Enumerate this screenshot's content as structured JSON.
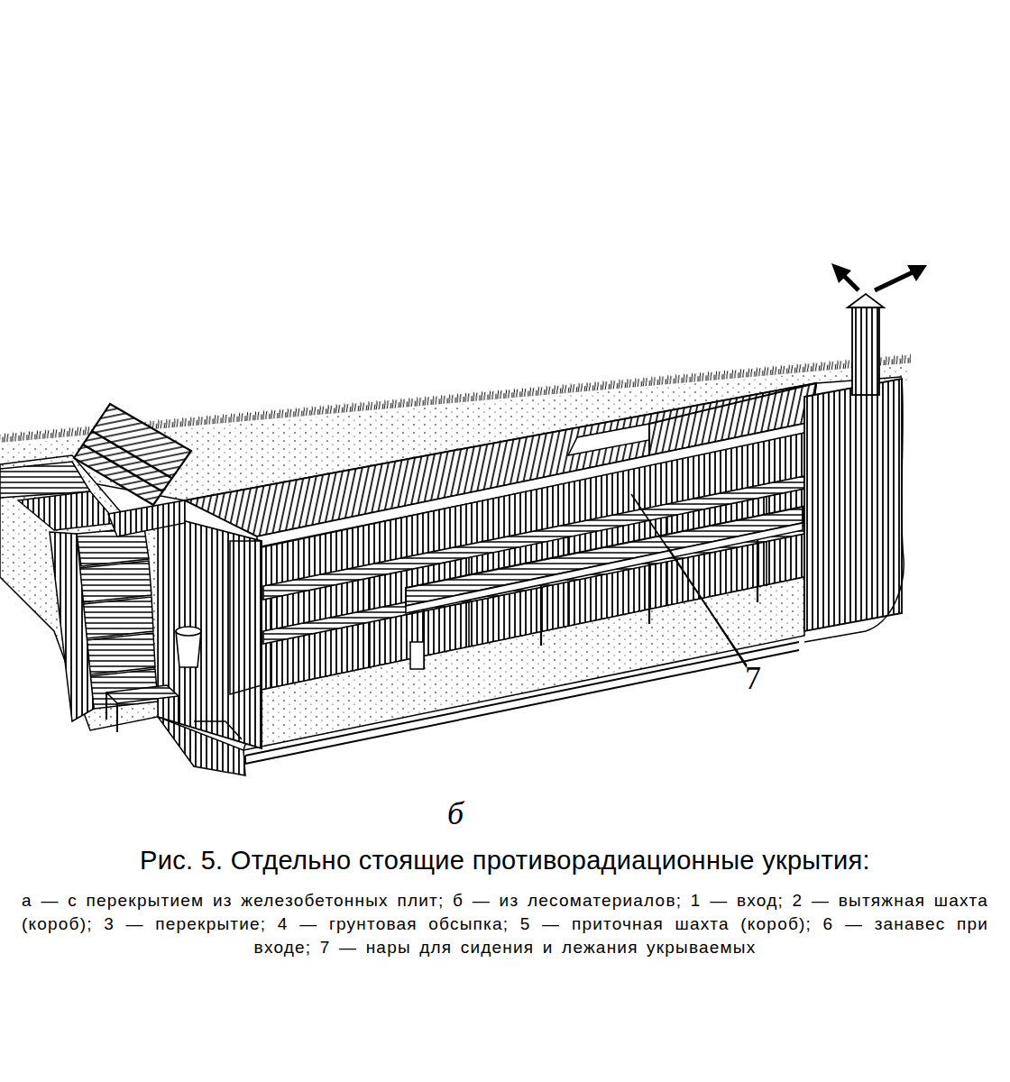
{
  "diagram": {
    "title": "Рис. 5. Отдельно стоящие противорадиационные укрытия:",
    "caption": "а — с перекрытием из железобетонных плит; б — из лесоматериалов; 1 — вход; 2 — вытяжная шахта (короб); 3 — перекрытие; 4 — грунтовая обсыпка; 5 — приточная шахта (короб); 6 — занавес при входе; 7 — нары для сидения и лежания укрываемых",
    "labels": [
      "7",
      "б"
    ]
  }
}
